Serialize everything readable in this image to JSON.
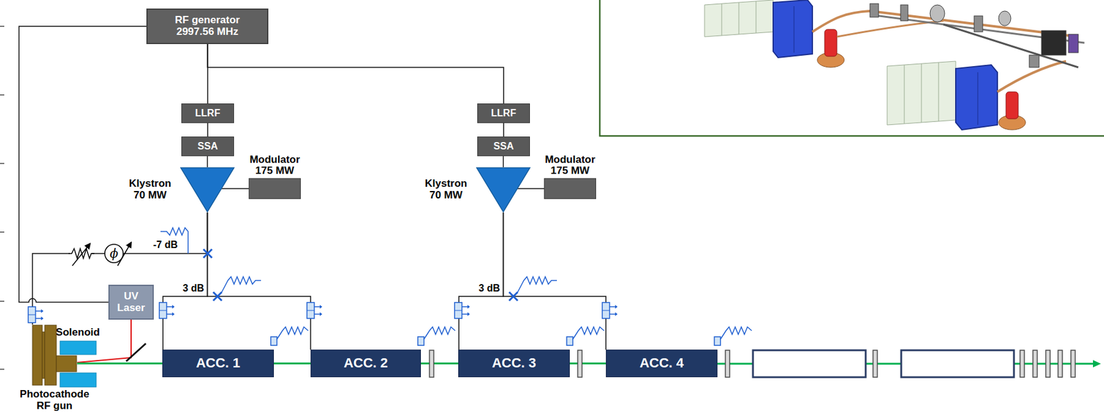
{
  "diagram": {
    "nodes": [
      {
        "text": [
          "RF generator 2997.56 MHz"
        ]
      },
      {
        "text": [
          "LLRF"
        ]
      },
      {
        "text": [
          "SSA"
        ]
      },
      {
        "text": [
          "Klystron 70 MW"
        ]
      },
      {
        "text": [
          "Modulator 175 MW"
        ]
      },
      {
        "text": [
          "LLRF"
        ]
      },
      {
        "text": [
          "SSA"
        ]
      },
      {
        "text": [
          "Klystron 70 MW"
        ]
      },
      {
        "text": [
          "Modulator 175 MW"
        ]
      },
      {
        "text": [
          "UV Laser"
        ]
      },
      {
        "text": [
          "Photocathode RF gun"
        ]
      },
      {
        "text": [
          "ACC. 1"
        ]
      },
      {
        "text": [
          "ACC. 2"
        ]
      },
      {
        "text": [
          "ACC. 3"
        ]
      },
      {
        "text": [
          "ACC. 4"
        ]
      }
    ],
    "edges": [
      {
        "from": 0,
        "to": 1,
        "arrow": "none"
      },
      {
        "from": 0,
        "to": 5,
        "arrow": "none"
      },
      {
        "from": 0,
        "to": 9,
        "arrow": "none"
      },
      {
        "from": 1,
        "to": 2,
        "arrow": "none"
      },
      {
        "from": 2,
        "to": 3,
        "arrow": "none"
      },
      {
        "from": 4,
        "to": 3,
        "arrow": "none"
      },
      {
        "from": 5,
        "to": 6,
        "arrow": "none"
      },
      {
        "from": 6,
        "to": 7,
        "arrow": "none"
      },
      {
        "from": 8,
        "to": 7,
        "arrow": "none"
      },
      {
        "from": 3,
        "to": 10,
        "arrow": "none"
      },
      {
        "from": 3,
        "to": 11,
        "arrow": "none"
      },
      {
        "from": 3,
        "to": 12,
        "arrow": "none"
      },
      {
        "from": 7,
        "to": 13,
        "arrow": "none"
      },
      {
        "from": 7,
        "to": 14,
        "arrow": "none"
      },
      {
        "from": 10,
        "to": 11,
        "arrow": "none"
      },
      {
        "from": 11,
        "to": 12,
        "arrow": "none"
      },
      {
        "from": 12,
        "to": 13,
        "arrow": "none"
      },
      {
        "from": 13,
        "to": 14,
        "arrow": "none"
      }
    ],
    "labels": [
      "-7 dB",
      "3 dB",
      "3 dB",
      "Solenoid",
      "ϕ"
    ]
  }
}
